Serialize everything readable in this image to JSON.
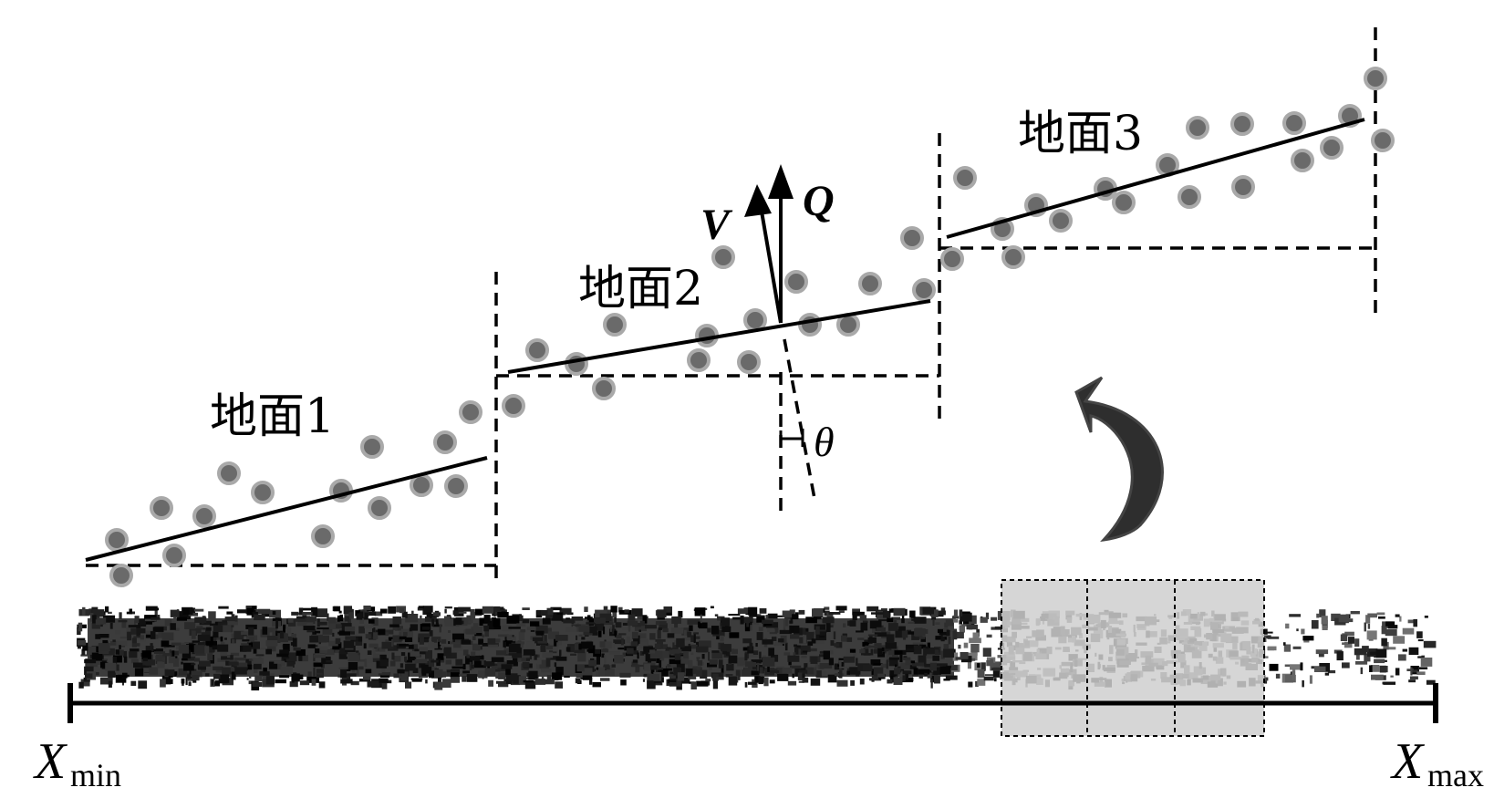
{
  "labels": {
    "ground1": "地面1",
    "ground2": "地面2",
    "ground3": "地面3",
    "vector_v": "V",
    "vector_q": "Q",
    "angle": "θ",
    "x_min_main": "X",
    "x_min_sub": "min",
    "x_max_main": "X",
    "x_max_sub": "max"
  },
  "icons": {
    "rotate_arrow": "curved-arrow-icon"
  },
  "colors": {
    "points_fill": "#6a6a6a",
    "points_ring": "#a9a9a9",
    "highlight_box": "#d0d0d0"
  }
}
